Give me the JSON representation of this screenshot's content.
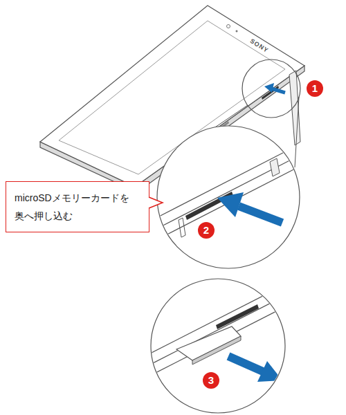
{
  "diagram": {
    "nodes": [
      {
        "text": [
          "microSDメモリーカードを 奥へ押し込む"
        ]
      }
    ],
    "labels": [
      "SONY",
      "1",
      "2",
      "3"
    ]
  }
}
